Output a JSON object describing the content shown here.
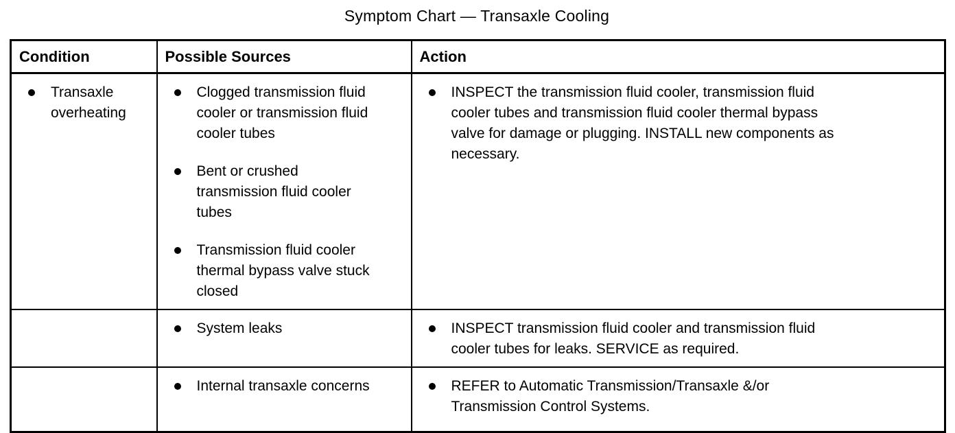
{
  "title": "Symptom Chart — Transaxle Cooling",
  "table": {
    "headers": [
      "Condition",
      "Possible Sources",
      "Action"
    ],
    "rows": [
      {
        "condition": [
          "Transaxle\noverheating"
        ],
        "sources": [
          "Clogged transmission fluid\ncooler or transmission fluid\ncooler tubes",
          "Bent or crushed\ntransmission fluid cooler\ntubes",
          "Transmission fluid cooler\nthermal bypass valve stuck\nclosed"
        ],
        "actions": [
          "INSPECT the transmission fluid cooler, transmission fluid\ncooler tubes and transmission fluid cooler thermal bypass\nvalve for damage or plugging. INSTALL new components as\nnecessary."
        ]
      },
      {
        "condition": [],
        "sources": [
          "System leaks"
        ],
        "actions": [
          "INSPECT transmission fluid cooler and transmission fluid\ncooler tubes for leaks. SERVICE as required."
        ]
      },
      {
        "condition": [],
        "sources": [
          "Internal transaxle concerns"
        ],
        "actions": [
          "REFER to Automatic Transmission/Transaxle &/or\nTransmission Control Systems."
        ]
      }
    ]
  }
}
